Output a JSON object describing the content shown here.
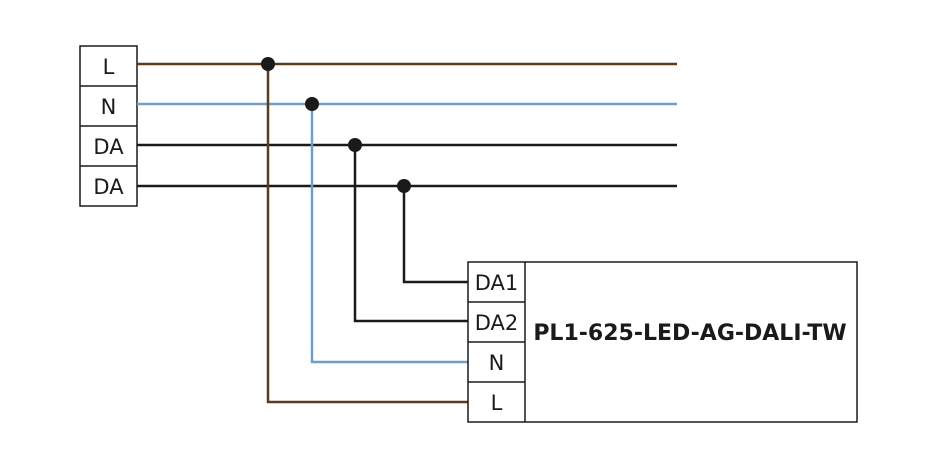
{
  "left_terminals": [
    "L",
    "N",
    "DA",
    "DA"
  ],
  "device": {
    "model": "PL1-625-LED-AG-DALI-TW",
    "terminals": [
      "DA1",
      "DA2",
      "N",
      "L"
    ]
  },
  "colors": {
    "live": "#5c3a1e",
    "neutral": "#6f9fc6",
    "dali": "#1a1a1a",
    "outline": "#1a1a1a"
  }
}
